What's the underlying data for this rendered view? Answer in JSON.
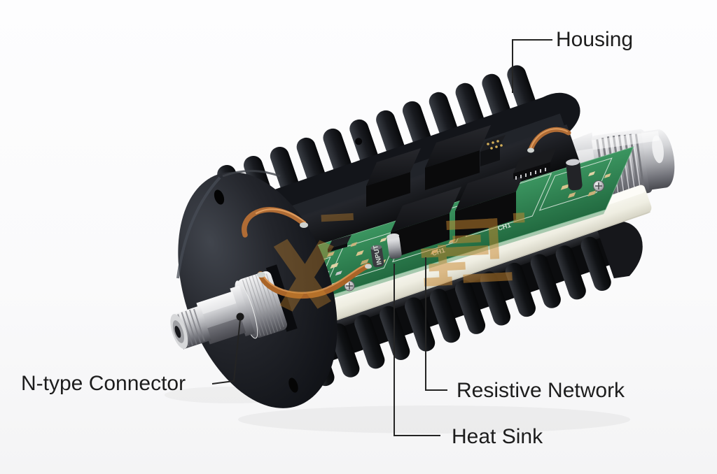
{
  "callouts": {
    "housing": {
      "label": "Housing"
    },
    "n_type_connector": {
      "label": "N-type Connector"
    },
    "resistive_network": {
      "label": "Resistive Network"
    },
    "heat_sink": {
      "label": "Heat Sink"
    }
  },
  "pcb": {
    "silkscreen": [
      "CH1",
      "CH1",
      "INPUT"
    ]
  },
  "colors": {
    "background": "#fbfbfc",
    "label_text": "#1d1d1d",
    "leader_line": "#242424",
    "housing_black": "#13151a",
    "heatsink_black": "#0b0c0e",
    "pcb_green": "#2e7d4e",
    "insulator_white": "#f5f3ea",
    "copper_wire": "#b5703a",
    "metal_silver": "#c7c8cc",
    "watermark_orange": "#c9872e"
  }
}
